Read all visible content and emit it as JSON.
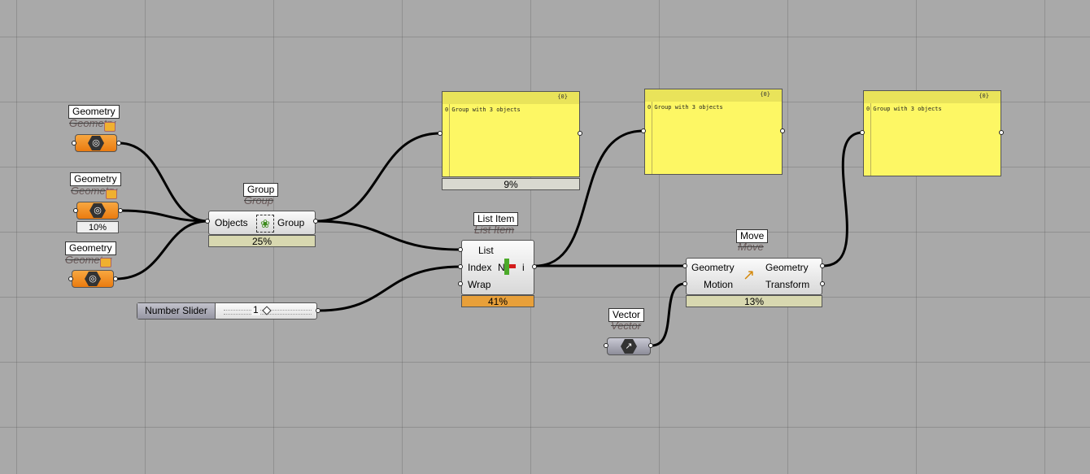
{
  "geometry_params": [
    {
      "tag": "Geometry",
      "nickname": "Geometry",
      "status": ""
    },
    {
      "tag": "Geometry",
      "nickname": "Geometry",
      "status": "10%"
    },
    {
      "tag": "Geometry",
      "nickname": "Geometry",
      "status": ""
    }
  ],
  "group": {
    "tag": "Group",
    "nickname": "Group",
    "input": "Objects",
    "output": "Group",
    "status": "25%"
  },
  "list_item": {
    "tag": "List Item",
    "nickname": "List Item",
    "inputs": [
      "List",
      "Index",
      "Wrap"
    ],
    "output": "i",
    "icon_text": "N",
    "status": "41%"
  },
  "number_slider": {
    "label": "Number Slider",
    "value": "1"
  },
  "panels": [
    {
      "index": "{0}",
      "row": "0 Group with 3 objects",
      "status": "9%"
    },
    {
      "index": "{0}",
      "row": "0 Group with 3 objects"
    },
    {
      "index": "{0}",
      "row": "0 Group with 3 objects"
    }
  ],
  "move": {
    "tag": "Move",
    "nickname": "Move",
    "inputs": [
      "Geometry",
      "Motion"
    ],
    "outputs": [
      "Geometry",
      "Transform"
    ],
    "status": "13%"
  },
  "vector": {
    "tag": "Vector",
    "nickname": "Vector"
  },
  "colors": {
    "canvas": "#a9a9a9",
    "panel": "#fdf764",
    "param_orange": "#ea7b10",
    "wire": "#000000"
  }
}
